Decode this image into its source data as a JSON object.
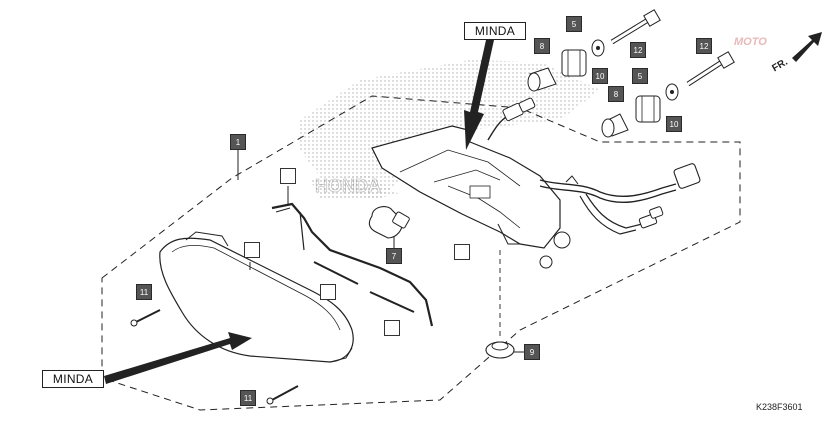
{
  "diagram": {
    "brand_top": "MINDA",
    "brand_bottom": "MINDA",
    "drawing_code": "K238F3601",
    "front_marker": "FR.",
    "watermark": "MOTO",
    "callouts": {
      "c1": "1",
      "c5a": "5",
      "c5b": "5",
      "c7": "7",
      "c8a": "8",
      "c8b": "8",
      "c9": "9",
      "c10a": "10",
      "c10b": "10",
      "c11a": "11",
      "c11b": "11",
      "c12a": "12",
      "c12b": "12"
    }
  },
  "colors": {
    "line": "#222222",
    "callout_fill": "#555555",
    "halftone": "#9a9a9a"
  }
}
